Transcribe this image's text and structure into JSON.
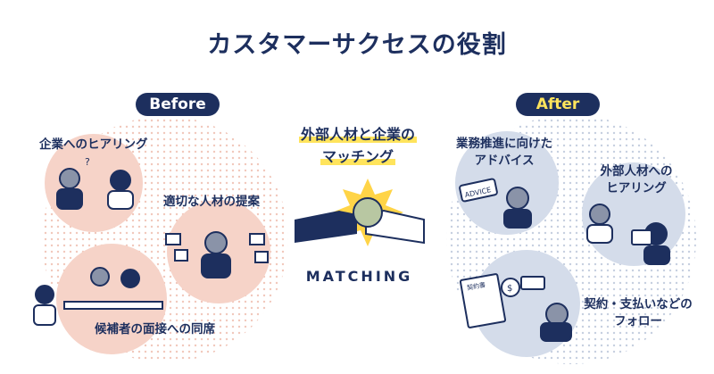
{
  "title": "カスタマーサクセスの役割",
  "before": {
    "badge": "Before",
    "items": [
      {
        "label": "企業へのヒアリング"
      },
      {
        "label": "適切な人材の提案"
      },
      {
        "label": "候補者の面接への同席"
      }
    ]
  },
  "center": {
    "line1": "外部人材と企業の",
    "line2": "マッチング",
    "caption": "MATCHING"
  },
  "after": {
    "badge": "After",
    "items": [
      {
        "label_line1": "業務推進に向けた",
        "label_line2": "アドバイス"
      },
      {
        "label_line1": "外部人材への",
        "label_line2": "ヒアリング"
      },
      {
        "label_line1": "契約・支払いなどの",
        "label_line2": "フォロー"
      }
    ]
  },
  "illustration_text": {
    "advice_sign": "ADVICE",
    "contract_doc": "契約書",
    "money_bag": "$"
  },
  "colors": {
    "navy": "#1d2f5e",
    "yellow": "#ffe45c",
    "before_circle": "#f6d3c8",
    "after_circle": "#d4dcea"
  }
}
